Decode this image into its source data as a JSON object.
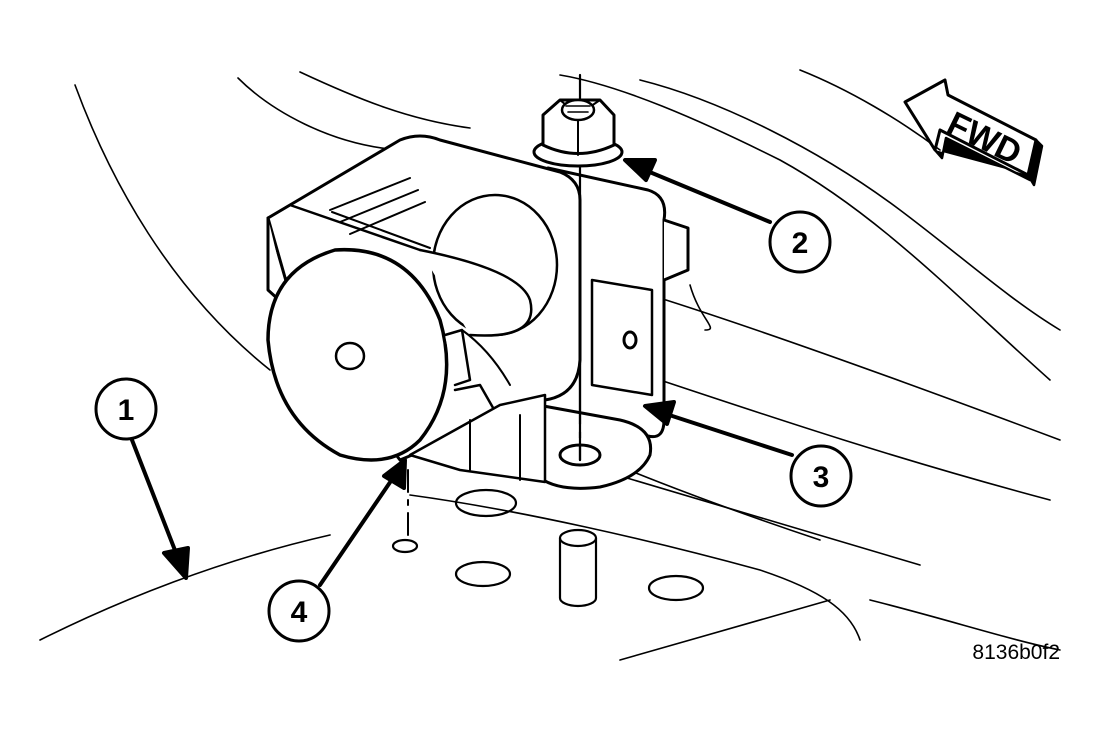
{
  "diagram": {
    "callouts": [
      {
        "id": "callout-1",
        "label": "1"
      },
      {
        "id": "callout-2",
        "label": "2"
      },
      {
        "id": "callout-3",
        "label": "3"
      },
      {
        "id": "callout-4",
        "label": "4"
      }
    ],
    "direction_label": "FWD",
    "figure_id": "8136b0f2"
  },
  "colors": {
    "line": "#000000",
    "fill": "#ffffff"
  }
}
